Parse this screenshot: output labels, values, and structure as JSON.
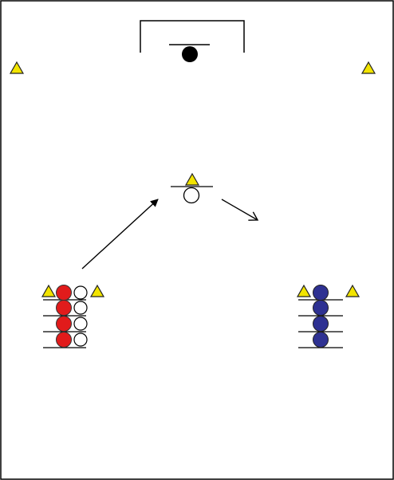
{
  "colors": {
    "border": "#000000",
    "cone_fill": "#f2e400",
    "cone_stroke": "#222222",
    "red_player": "#e11b1b",
    "blue_player": "#2e3192",
    "white_player": "#ffffff",
    "ball": "#000000",
    "background": "#ffffff"
  },
  "icons": {
    "cone": "yellow-triangle-cone-icon",
    "ball": "black-ball-icon",
    "goal": "goal-frame",
    "player_red": "red-player-token",
    "player_blue": "blue-player-token",
    "player_white": "white-player-token",
    "arrow_pass": "solid-arrow",
    "arrow_run": "open-arrow"
  },
  "diagram": {
    "goal_count": 1,
    "ball_count": 1,
    "cone_count": 7,
    "red_queue_count": 4,
    "white_queue_count": 4,
    "blue_queue_count": 4,
    "center_player_count": 1,
    "arrow_count": 2
  }
}
